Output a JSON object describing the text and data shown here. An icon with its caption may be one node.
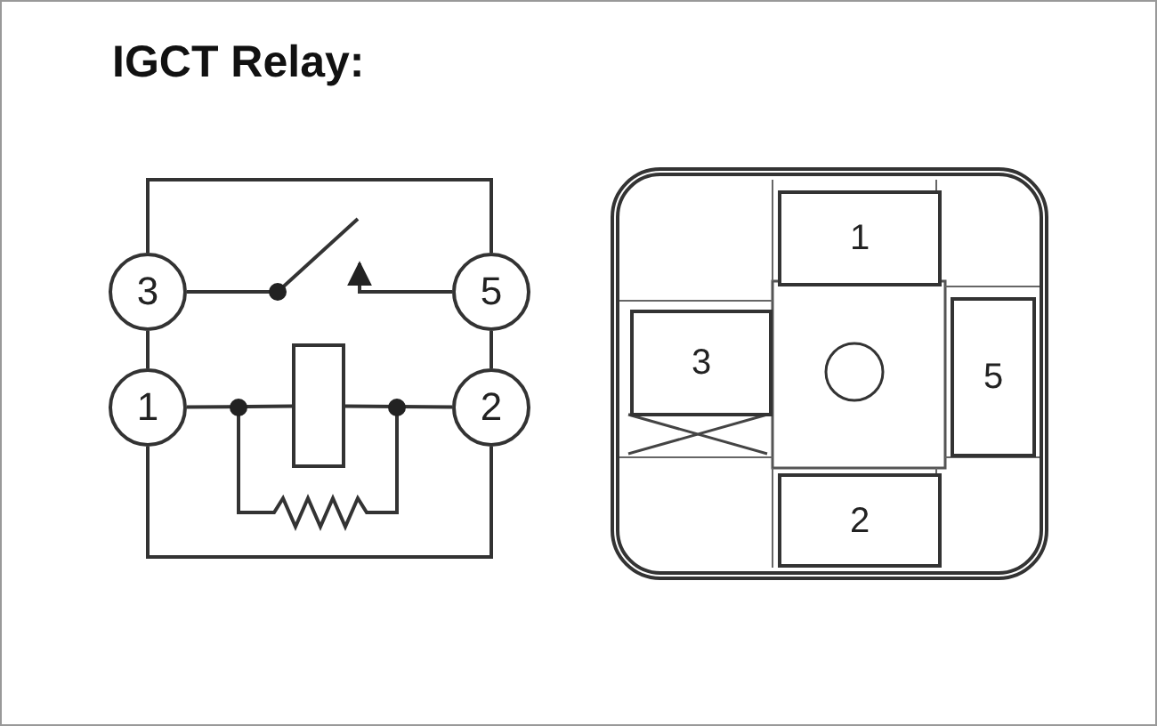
{
  "diagram": {
    "title": "IGCT Relay:",
    "nodes": [
      {
        "text": [
          "3"
        ]
      },
      {
        "text": [
          "5"
        ]
      },
      {
        "text": [
          "1"
        ]
      },
      {
        "text": [
          "2"
        ]
      },
      {
        "text": [],
        "shape": "box"
      },
      {
        "text": [],
        "shape": "box"
      },
      {
        "text": [
          "1"
        ],
        "in": 5
      },
      {
        "text": [
          "3"
        ],
        "in": 5
      },
      {
        "text": [
          "5"
        ],
        "in": 5
      },
      {
        "text": [
          "2"
        ],
        "in": 5
      }
    ],
    "edges": [
      {
        "from": 0,
        "to": 1,
        "arrow": "none"
      },
      {
        "from": 0,
        "to": 2,
        "arrow": "none"
      },
      {
        "from": 1,
        "to": 3,
        "arrow": "none"
      },
      {
        "from": 2,
        "to": 4,
        "arrow": "none"
      },
      {
        "from": 4,
        "to": 3,
        "arrow": "none"
      },
      {
        "from": 2,
        "to": 3,
        "arrow": "none"
      }
    ]
  }
}
